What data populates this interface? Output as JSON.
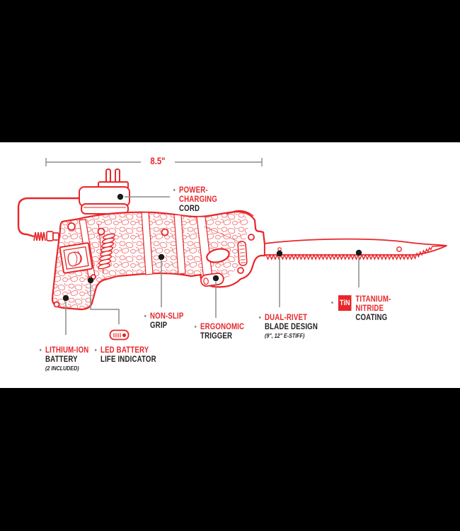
{
  "meta": {
    "description": "Electric fillet knife feature diagram on white band with black letterbox bars"
  },
  "colors": {
    "accent_red": "#e8272b",
    "text_dark": "#221e1f",
    "leader_gray": "#8c8c8c",
    "bullet_gray": "#8d8d8d",
    "letterbox_black": "#000000",
    "background_white": "#ffffff"
  },
  "dimension": {
    "label": "8.5\""
  },
  "callouts": {
    "power": {
      "bullet": "•",
      "line1": "POWER-",
      "line2": "CHARGING",
      "line3": "CORD"
    },
    "non_slip": {
      "bullet": "•",
      "line1": "NON-SLIP",
      "line2": "GRIP"
    },
    "ergonomic": {
      "bullet": "•",
      "line1": "ERGONOMIC",
      "line2": "TRIGGER"
    },
    "lithium": {
      "bullet": "•",
      "line1": "LITHIUM-ION",
      "line2": "BATTERY",
      "line3": "(2 INCLUDED)"
    },
    "led": {
      "bullet": "•",
      "line1": "LED BATTERY",
      "line2": "LIFE INDICATOR"
    },
    "dual_rivet": {
      "bullet": "•",
      "line1": "DUAL-RIVET",
      "line2": "BLADE DESIGN",
      "line3": "(9\", 12\" E-STIFF)"
    },
    "tin": {
      "bullet": "•",
      "badge": "TiN",
      "line1": "TITANIUM-",
      "line2": "NITRIDE",
      "line3": "COATING"
    }
  }
}
